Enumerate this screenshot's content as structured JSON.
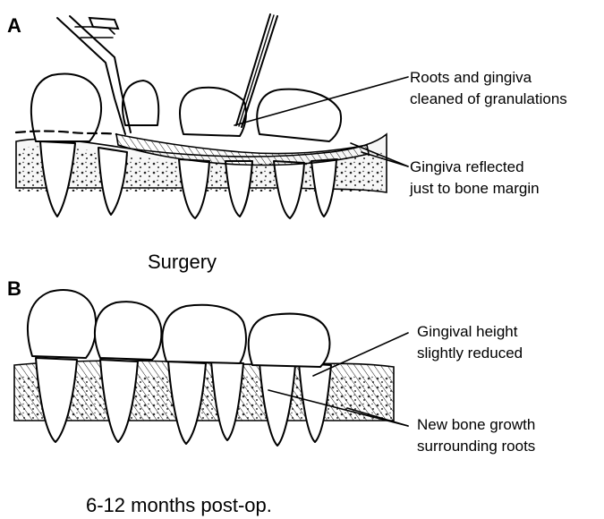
{
  "panel_a": {
    "letter": "A",
    "labels": {
      "roots_line1": "Roots and gingiva",
      "roots_line2": "cleaned of granulations",
      "reflected_line1": "Gingiva reflected",
      "reflected_line2": "just to bone margin"
    },
    "caption": "Surgery"
  },
  "panel_b": {
    "letter": "B",
    "labels": {
      "height_line1": "Gingival height",
      "height_line2": "slightly reduced",
      "bone_line1": "New bone growth",
      "bone_line2": "surrounding roots"
    },
    "caption": "6-12 months post-op."
  }
}
